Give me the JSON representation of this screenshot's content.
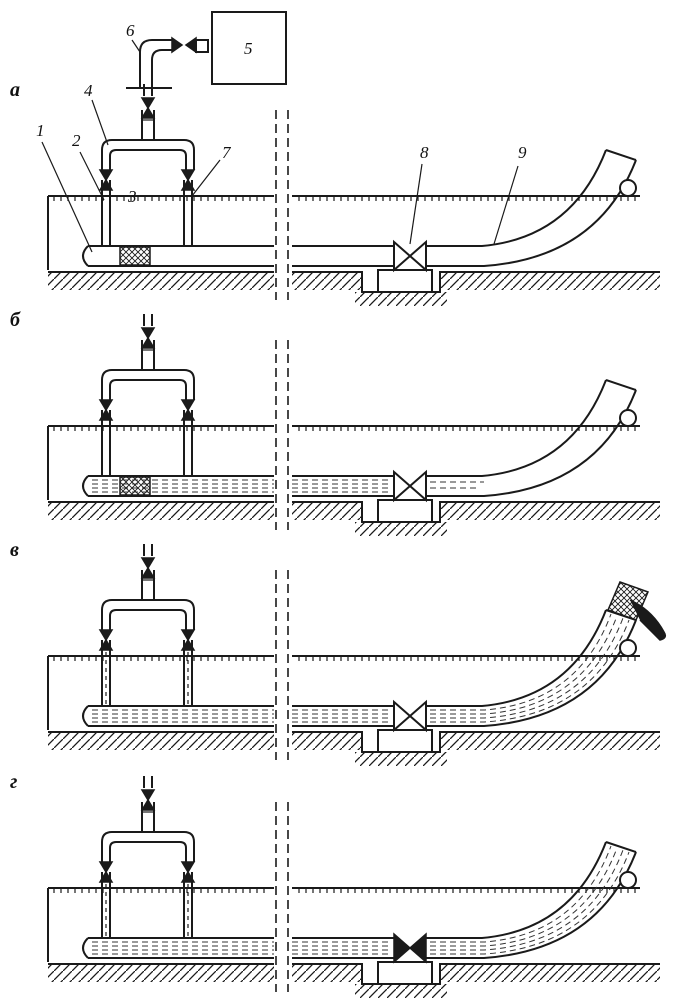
{
  "diagram": {
    "panels": [
      {
        "letter": "а",
        "water_level": "none",
        "filter_state": "in-pipe",
        "valve": "open",
        "show_numbers": true
      },
      {
        "letter": "б",
        "water_level": "partial",
        "filter_state": "in-pipe",
        "valve": "open",
        "show_numbers": false
      },
      {
        "letter": "в",
        "water_level": "full",
        "filter_state": "exiting",
        "valve": "open",
        "show_numbers": false
      },
      {
        "letter": "г",
        "water_level": "full",
        "filter_state": "removed",
        "valve": "closed",
        "show_numbers": false
      }
    ],
    "callouts": {
      "n1": "1",
      "n2": "2",
      "n3": "3",
      "n4": "4",
      "n5": "5",
      "n6": "6",
      "n7": "7",
      "n8": "8",
      "n9": "9"
    },
    "colors": {
      "ink": "#1a1a1a",
      "paper": "#ffffff"
    }
  }
}
